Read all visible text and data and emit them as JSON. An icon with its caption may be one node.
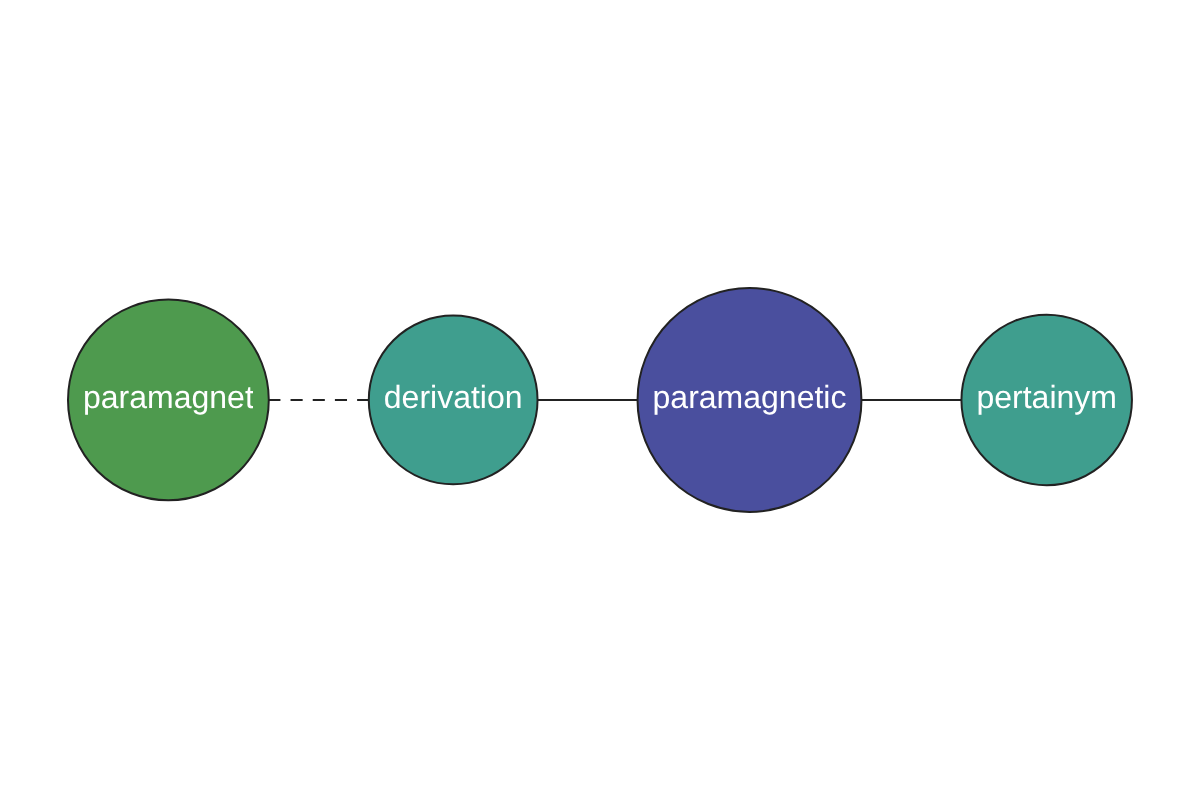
{
  "diagram": {
    "nodes": [
      {
        "text": [
          "paramagnet"
        ]
      },
      {
        "text": [
          "derivation"
        ]
      },
      {
        "text": [
          "paramagnetic"
        ]
      },
      {
        "text": [
          "pertainym"
        ]
      }
    ],
    "edges": [
      {
        "from": 0,
        "to": 1,
        "arrow": "none",
        "style": "dashed"
      },
      {
        "from": 1,
        "to": 2,
        "arrow": "none"
      },
      {
        "from": 2,
        "to": 3,
        "arrow": "none"
      }
    ]
  }
}
